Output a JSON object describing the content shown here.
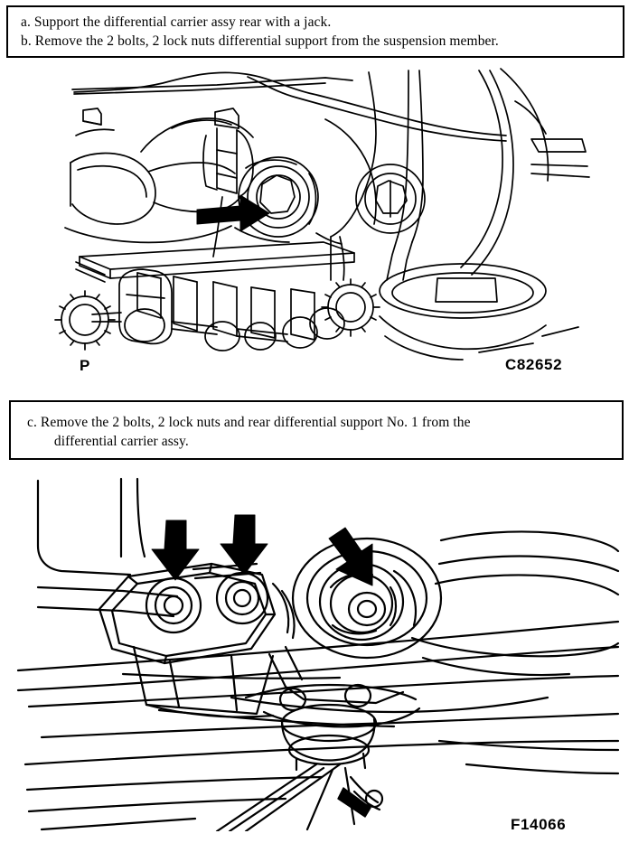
{
  "document": {
    "type": "service-manual-page",
    "background_color": "#ffffff",
    "text_color": "#000000"
  },
  "instruction_box_1": {
    "items": [
      "a. Support the differential carrier assy rear with a jack.",
      "b. Remove the 2 bolts, 2 lock nuts differential support from the suspension member."
    ]
  },
  "instruction_box_2": {
    "items": [
      "c. Remove the 2 bolts, 2 lock nuts and rear differential support No. 1 from the\n    differential carrier assy."
    ]
  },
  "figure_1": {
    "code": "C82652",
    "marker": "P",
    "caption_subject": "differential carrier rear supported by jack",
    "callouts": [
      {
        "name": "bolt-lock-nut-left",
        "arrow_direction": "right"
      }
    ]
  },
  "figure_2": {
    "code": "F14066",
    "caption_subject": "rear differential support No. 1 bolts and lock nuts",
    "callouts": [
      {
        "name": "bolt-1",
        "arrow_direction": "down"
      },
      {
        "name": "bolt-2",
        "arrow_direction": "down"
      },
      {
        "name": "bushing-nut",
        "arrow_direction": "down-right"
      }
    ]
  }
}
